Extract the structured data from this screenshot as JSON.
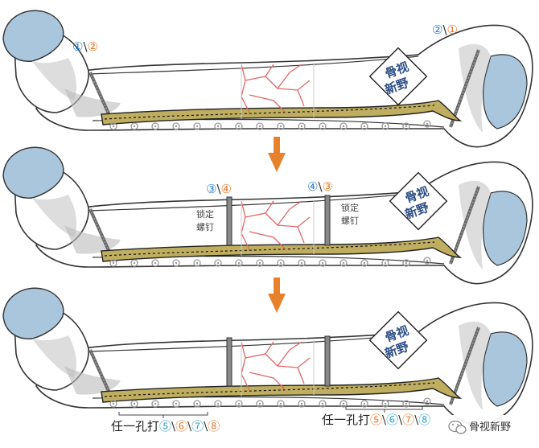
{
  "colors": {
    "blue": "#2f7fcf",
    "orange": "#e8782a",
    "bone_head": "#a9c6dc",
    "plate_fill": "#bfae60",
    "fracture": "#e06767",
    "arrow": "#e8812c",
    "hole": "#999999"
  },
  "watermark": {
    "line1": "骨视",
    "line2": "新野"
  },
  "panel1": {
    "left_label": {
      "a": "①",
      "sep": "\\",
      "b": "②"
    },
    "right_label": {
      "a": "②",
      "sep": "\\",
      "b": "①"
    }
  },
  "panel2": {
    "left_label": {
      "a": "③",
      "sep": "\\",
      "b": "④"
    },
    "right_label": {
      "a": "④",
      "sep": "\\",
      "b": "③"
    },
    "lock_screw_left": {
      "line1": "锁定",
      "line2": "螺钉"
    },
    "lock_screw_right": {
      "line1": "锁定",
      "line2": "螺钉"
    }
  },
  "panel3": {
    "left_caption": {
      "text": "任一孔打",
      "n1": "⑤",
      "s1": "\\",
      "n2": "⑥",
      "s2": "\\",
      "n3": "⑦",
      "s3": "\\",
      "n4": "⑧"
    },
    "right_caption": {
      "text": "任一孔打",
      "n1": "⑤",
      "s1": "\\",
      "n2": "⑥",
      "s2": "\\",
      "n3": "⑦",
      "s3": "\\",
      "n4": "⑧"
    }
  },
  "footer": {
    "brand": "骨视新野",
    "icon": "wechat-icon"
  }
}
